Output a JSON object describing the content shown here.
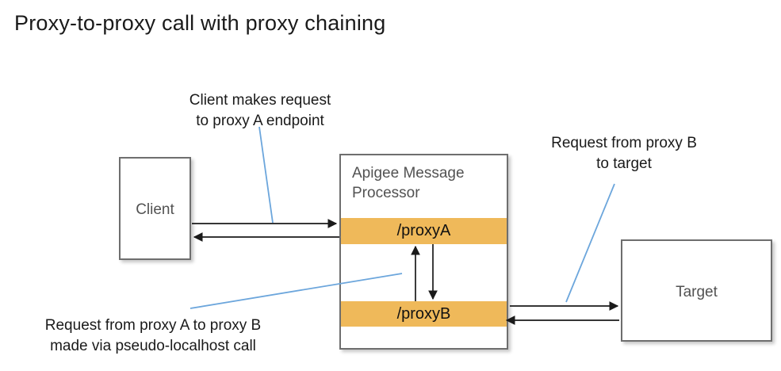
{
  "diagram": {
    "title": "Proxy-to-proxy call with proxy chaining",
    "colors": {
      "proxy_band": "#EFB95A",
      "box_border": "#6E6E6E",
      "arrow": "#1A1A1A",
      "leader_line": "#6CA6DC",
      "box_text": "#525252",
      "title_text": "#1A1A1A"
    },
    "nodes": {
      "client": {
        "label": "Client"
      },
      "message_processor": {
        "label": "Apigee Message\nProcessor",
        "bands": [
          {
            "label": "/proxyA"
          },
          {
            "label": "/proxyB"
          }
        ]
      },
      "target": {
        "label": "Target"
      }
    },
    "annotations": {
      "client_request": "Client makes request\nto proxy A endpoint",
      "proxyb_to_target": "Request from proxy B\nto target",
      "proxya_to_proxyb": "Request from proxy A to proxy B\nmade via pseudo-localhost call"
    },
    "flows": [
      {
        "name": "client-to-proxya",
        "direction": "right"
      },
      {
        "name": "proxya-to-client",
        "direction": "left"
      },
      {
        "name": "proxya-to-proxyb",
        "direction": "down"
      },
      {
        "name": "proxyb-to-proxya",
        "direction": "up"
      },
      {
        "name": "proxyb-to-target",
        "direction": "right"
      },
      {
        "name": "target-to-proxyb",
        "direction": "left"
      }
    ]
  }
}
